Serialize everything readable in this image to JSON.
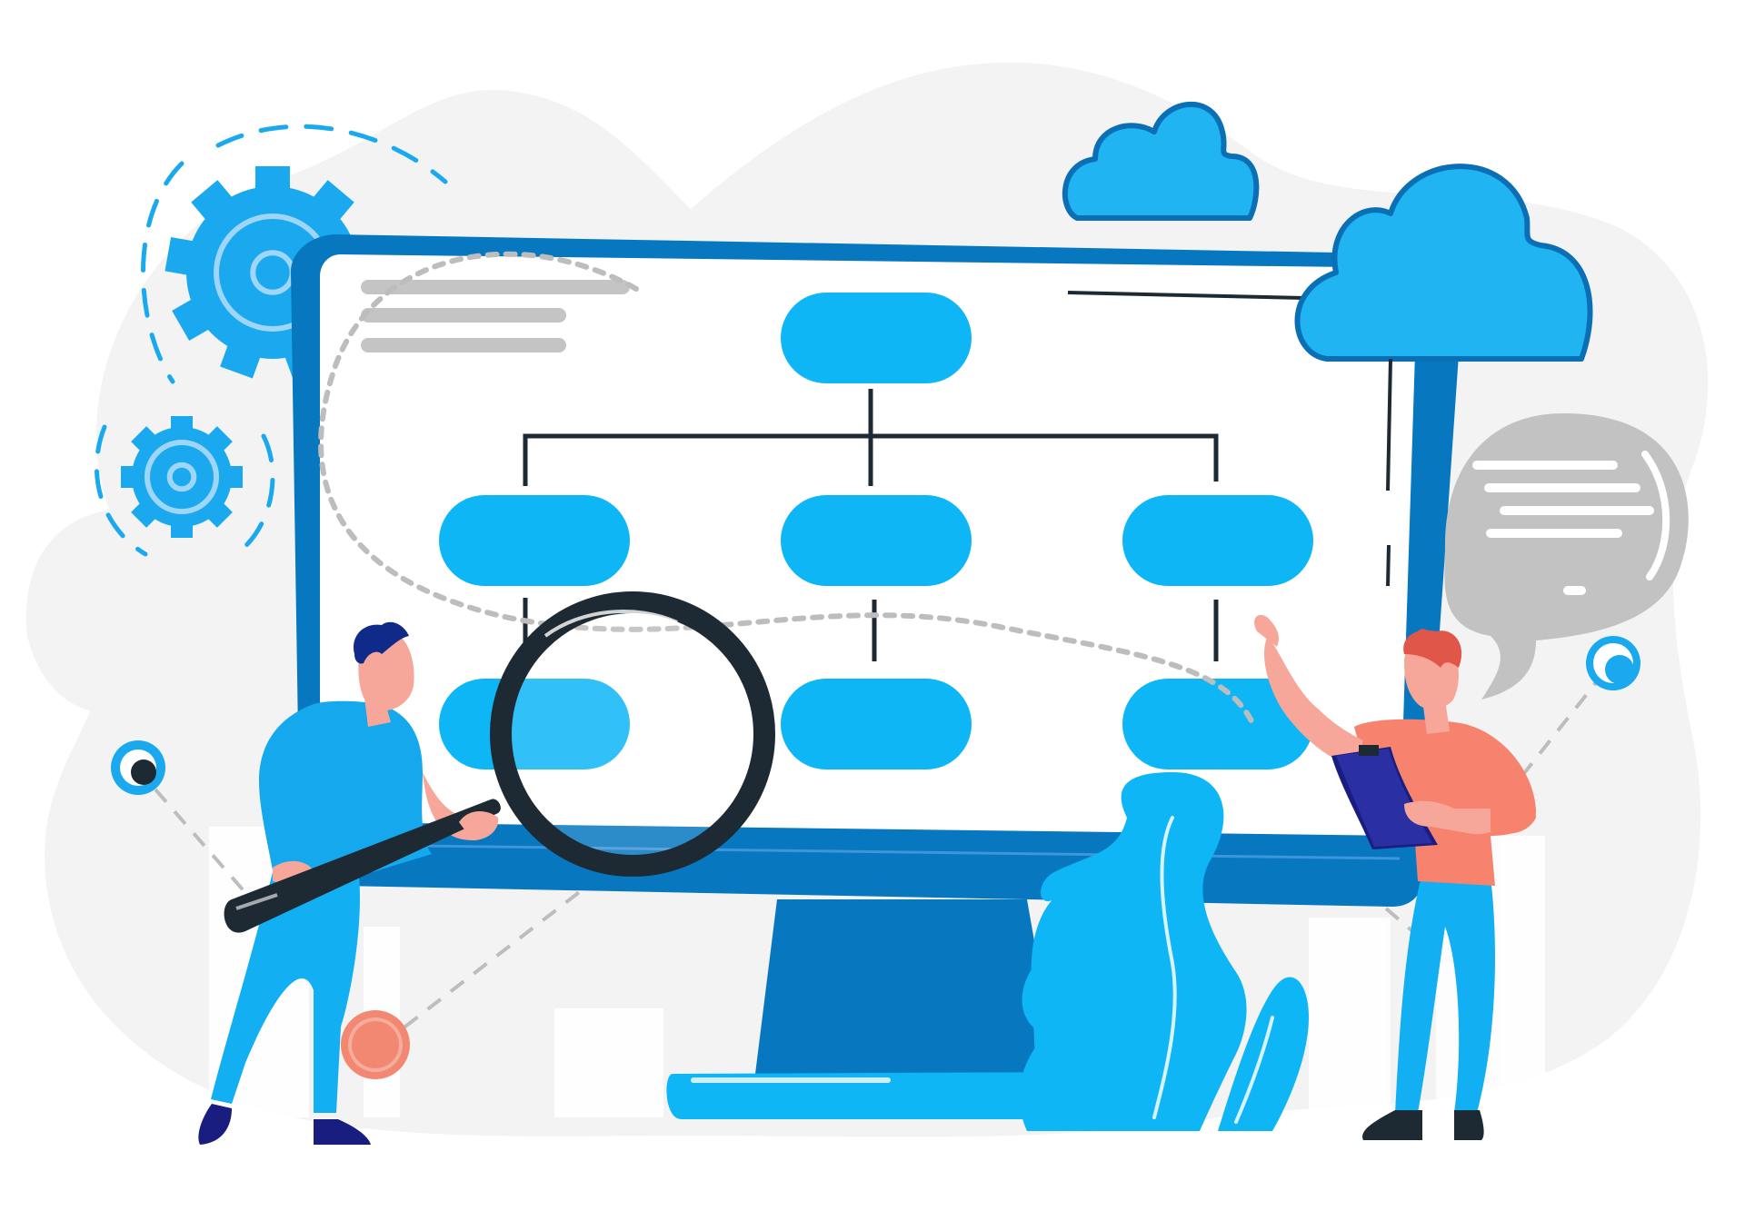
{
  "colors": {
    "background": "#ffffff",
    "blob": "#f3f3f3",
    "monitor_frame": "#0778c0",
    "monitor_frame_dark": "#0a5f9e",
    "screen": "#ffffff",
    "node": "#0eb6f6",
    "node_highlight": "#4cc8fb",
    "connector": "#1e2a33",
    "text_line": "#c4c4c4",
    "cloud": "#20b4f2",
    "cloud_outline": "#0a6fb5",
    "gear": "#1aa9ee",
    "gear_light": "#9fd6f8",
    "dashed_line": "#bdbdbd",
    "speech_bubble": "#c2c2c2",
    "plant": "#0eb6f6",
    "salmon": "#f28872",
    "skin": "#f6a79a",
    "dark": "#1e2a33",
    "navy": "#1a1d80",
    "hair_blue": "#102a8a",
    "hair_red": "#e0574a",
    "pants_blue": "#12b0f2",
    "shirt_blue": "#16a8ec",
    "shirt_salmon": "#f7826e"
  },
  "illustration": {
    "monitor": {
      "name": "monitor"
    },
    "org_chart": {
      "root": {
        "label": ""
      },
      "level2": [
        {
          "label": ""
        },
        {
          "label": ""
        },
        {
          "label": ""
        }
      ],
      "level3": [
        {
          "label": ""
        },
        {
          "label": ""
        },
        {
          "label": ""
        }
      ]
    },
    "characters": [
      "man-with-magnifier",
      "man-with-clipboard"
    ],
    "decorations": [
      "cloud-icon",
      "cloud-icon",
      "gear-icon",
      "gear-icon",
      "speech-bubble-icon",
      "plant-icon",
      "magnifier-icon",
      "clipboard-icon"
    ]
  }
}
